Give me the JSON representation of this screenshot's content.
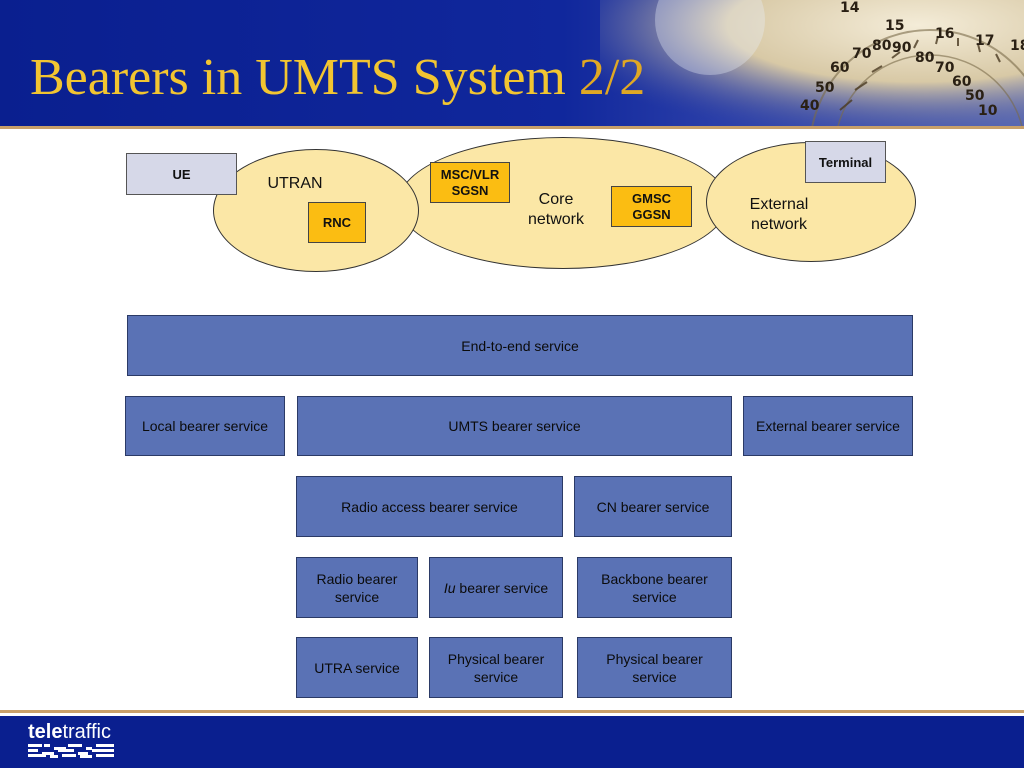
{
  "slide": {
    "title": "Bearers in UMTS System",
    "title_part": "2/2"
  },
  "network": {
    "ue": "UE",
    "utran": "UTRAN",
    "rnc": "RNC",
    "msc_vlr": "MSC/VLR",
    "sgsn": "SGSN",
    "core_line1": "Core",
    "core_line2": "network",
    "gmsc": "GMSC",
    "ggsn": "GGSN",
    "terminal": "Terminal",
    "external_line1": "External",
    "external_line2": "network"
  },
  "services": {
    "end_to_end": "End-to-end service",
    "local_bearer": "Local bearer service",
    "umts_bearer": "UMTS bearer service",
    "external_bearer": "External bearer service",
    "radio_access_bearer": "Radio access bearer service",
    "cn_bearer": "CN bearer service",
    "radio_bearer": "Radio bearer service",
    "iu_prefix": "Iu",
    "iu_suffix": " bearer service",
    "backbone_bearer": "Backbone bearer service",
    "utra_service": "UTRA service",
    "physical_bearer_1": "Physical bearer service",
    "physical_bearer_2": "Physical bearer service"
  },
  "footer": {
    "logo_bold": "tele",
    "logo_light": "traffic"
  },
  "colors": {
    "header_bg": "#10279c",
    "title": "#f2c531",
    "ellipse_fill": "#fbe7a6",
    "node_fill": "#fbbd12",
    "terminal_fill": "#d6d8e8",
    "service_fill": "#5a72b5"
  }
}
